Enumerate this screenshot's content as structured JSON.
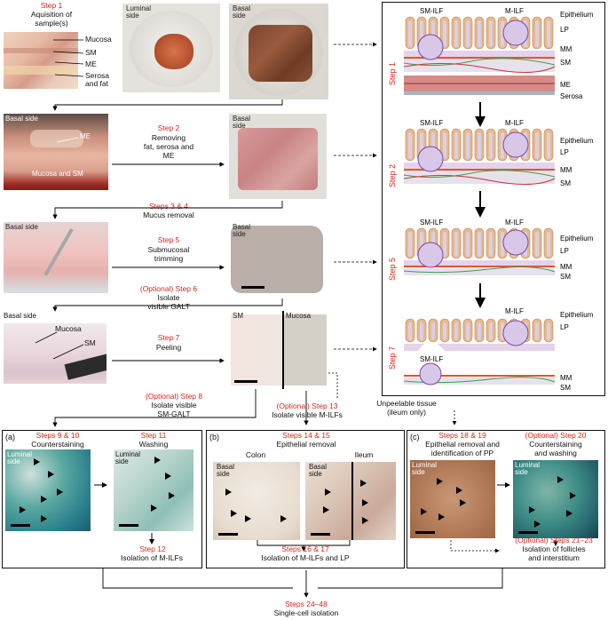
{
  "steps": {
    "s1": "Step 1",
    "s1_desc": "Aquisition of\nsample(s)",
    "s2": "Step 2",
    "s2_desc": "Removing\nfat, serosa and\nME",
    "s34": "Steps 3 & 4",
    "s34_desc": "Mucus removal",
    "s5": "Step 5",
    "s5_desc": "Submucosal\ntrimming",
    "s6": "(Optional) Step 6",
    "s6_desc": "Isolate\nvisible GALT",
    "s7": "Step 7",
    "s7_desc": "Peeling",
    "s8": "(Optional) Step 8",
    "s8_desc": "Isolate visible\nSM-GALT",
    "s13": "(Optional) Step 13",
    "s13_desc": "Isolate visible M-ILFs",
    "unpeel": "Unpeelable tissue\n(ileum only)",
    "s910": "Steps 9 & 10",
    "s910_desc": "Counterstaining",
    "s11": "Step 11",
    "s11_desc": "Washing",
    "s12": "Step 12",
    "s12_desc": "Isolation of M-ILFs",
    "s1415": "Steps 14 & 15",
    "s1415_desc": "Epithelial removal",
    "s1617": "Steps 16 & 17",
    "s1617_desc": "Isolation of M-ILFs and LP",
    "s1819": "Steps 18 & 19",
    "s1819_desc": "Epithelial removal and\nidentification of PP",
    "s20": "(Optional) Step 20",
    "s20_desc": "Counterstaining\nand washing",
    "s2123": "(Optional) Steps 21–23",
    "s2123_desc": "Isolation of follicles\nand interstitium",
    "s2448": "Steps 24–48",
    "s2448_desc": "Single-cell isolation"
  },
  "photo_labels": {
    "mucosa": "Mucosa",
    "sm": "SM",
    "me": "ME",
    "serosa": "Serosa\nand fat",
    "luminal_side": "Luminal\nside",
    "basal_side": "Basal\nside",
    "basal_side_one": "Basal side",
    "me2": "ME",
    "mucosa_and_sm": "Mucosa and SM",
    "basal_side_short": "Basal side",
    "mucosa2": "Mucosa",
    "sm2": "SM",
    "sm3": "SM",
    "mucosa3": "Mucosa"
  },
  "panels": {
    "a": "(a)",
    "b": "(b)",
    "c": "(c)",
    "colon": "Colon",
    "ileum": "Ileum"
  },
  "diagram": {
    "step_labels": [
      "Step 1",
      "Step 2",
      "Step 5",
      "Step 7"
    ],
    "sm_ilf": "SM-ILF",
    "m_ilf": "M-ILF",
    "epithelium": "Epithelium",
    "lp": "LP",
    "mm": "MM",
    "sm": "SM",
    "me": "ME",
    "serosa": "Serosa"
  },
  "colors": {
    "accent_red": "#d0281b",
    "villus": "#e8b98c",
    "lp_purple": "#c9a7d8",
    "mm_orange": "#e2562a",
    "sm_green": "#3aa04a",
    "me_red": "#c46666",
    "serosa_grey": "#a9b4c2"
  }
}
